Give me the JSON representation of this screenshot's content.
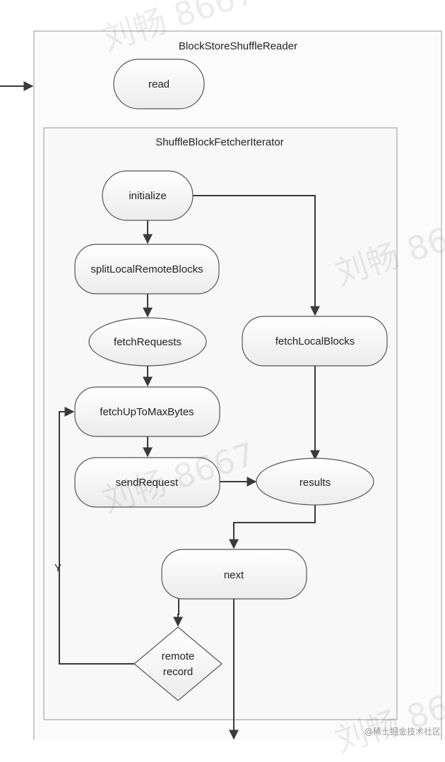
{
  "diagram": {
    "outer_title": "BlockStoreShuffleReader",
    "inner_title": "ShuffleBlockFetcherIterator",
    "nodes": {
      "read": "read",
      "initialize": "initialize",
      "split": "splitLocalRemoteBlocks",
      "fetch_requests": "fetchRequests",
      "fetch_local": "fetchLocalBlocks",
      "fetch_up_to": "fetchUpToMaxBytes",
      "send_request": "sendRequest",
      "results": "results",
      "next": "next",
      "remote_line1": "remote",
      "remote_line2": "record"
    },
    "edge_labels": {
      "loop_yes": "Y"
    }
  },
  "watermark": "刘畅 8667",
  "credit": "@稀土掘金技术社区",
  "colors": {
    "stroke": "#3a3a3a",
    "node_fill": "#f6f6f6",
    "container_stroke": "#9a9a9a"
  }
}
